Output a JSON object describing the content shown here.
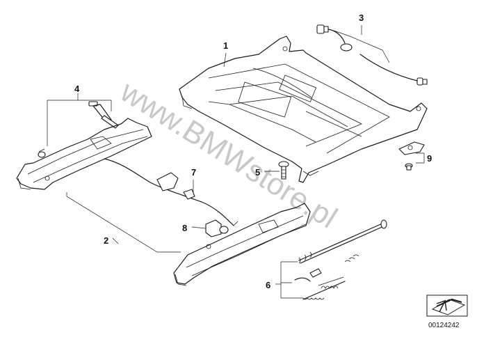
{
  "watermark": "www.BMWstore.pl",
  "reference_number": "00124242",
  "callouts": [
    {
      "id": "1",
      "label": "1"
    },
    {
      "id": "2",
      "label": "2"
    },
    {
      "id": "3",
      "label": "3"
    },
    {
      "id": "4",
      "label": "4"
    },
    {
      "id": "5",
      "label": "5"
    },
    {
      "id": "6",
      "label": "6"
    },
    {
      "id": "7",
      "label": "7"
    },
    {
      "id": "8",
      "label": "8"
    },
    {
      "id": "9",
      "label": "9"
    }
  ],
  "icons": {
    "view_direction": "arrow-icon"
  }
}
